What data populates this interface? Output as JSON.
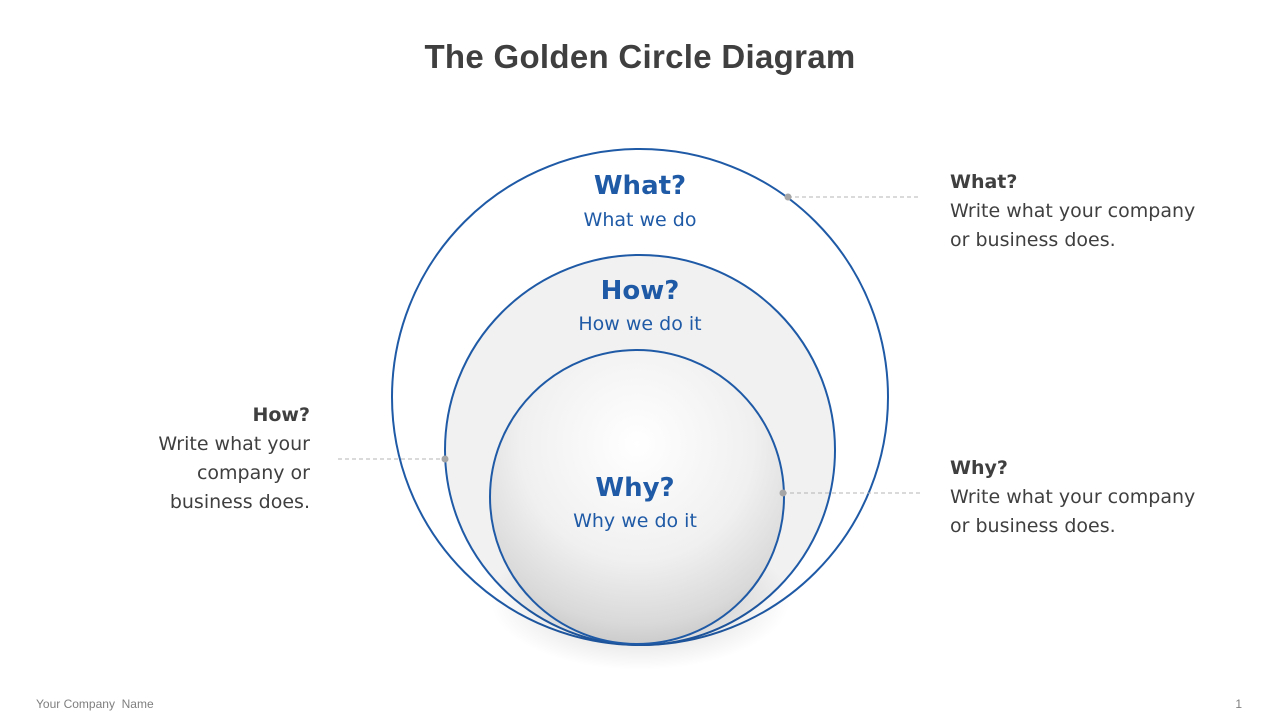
{
  "title": "The Golden Circle Diagram",
  "colors": {
    "ring_stroke": "#1f5aa6",
    "ring_text": "#1f5aa6",
    "body_text": "#3f3f3f",
    "inner_fill": "#f1f1f1",
    "leader_line": "#b4b4b4"
  },
  "rings": {
    "what": {
      "title": "What?",
      "subtitle": "What we do"
    },
    "how": {
      "title": "How?",
      "subtitle": "How we do it"
    },
    "why": {
      "title": "Why?",
      "subtitle": "Why we do it"
    }
  },
  "callouts": {
    "what": {
      "title": "What?",
      "line1": "Write what your company",
      "line2": "or business does."
    },
    "how": {
      "title": "How?",
      "line1": "Write what your",
      "line2": "company or",
      "line3": "business does."
    },
    "why": {
      "title": "Why?",
      "line1": "Write what your company",
      "line2": "or business does."
    }
  },
  "footer": {
    "company": "Your Company  Name",
    "page_number": "1"
  }
}
